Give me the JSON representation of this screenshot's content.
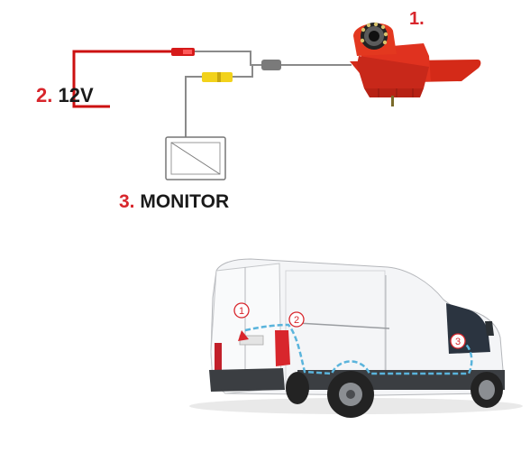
{
  "labels": {
    "camera": {
      "number": "1."
    },
    "power": {
      "number": "2.",
      "text": "12V"
    },
    "monitor": {
      "number": "3.",
      "text": "MONITOR"
    }
  },
  "van_markers": {
    "m1": "1",
    "m2": "2",
    "m3": "3"
  },
  "colors": {
    "accent_red": "#d8262c",
    "camera_body": "#e0321f",
    "wire_gray": "#8a8a8a",
    "power_wire": "#cc1111",
    "rca_yellow": "#f2d21b",
    "route_line": "#5ab4dc",
    "van_body": "#f4f5f7"
  },
  "icons": [
    "camera-icon",
    "monitor-icon",
    "van-illustration"
  ]
}
